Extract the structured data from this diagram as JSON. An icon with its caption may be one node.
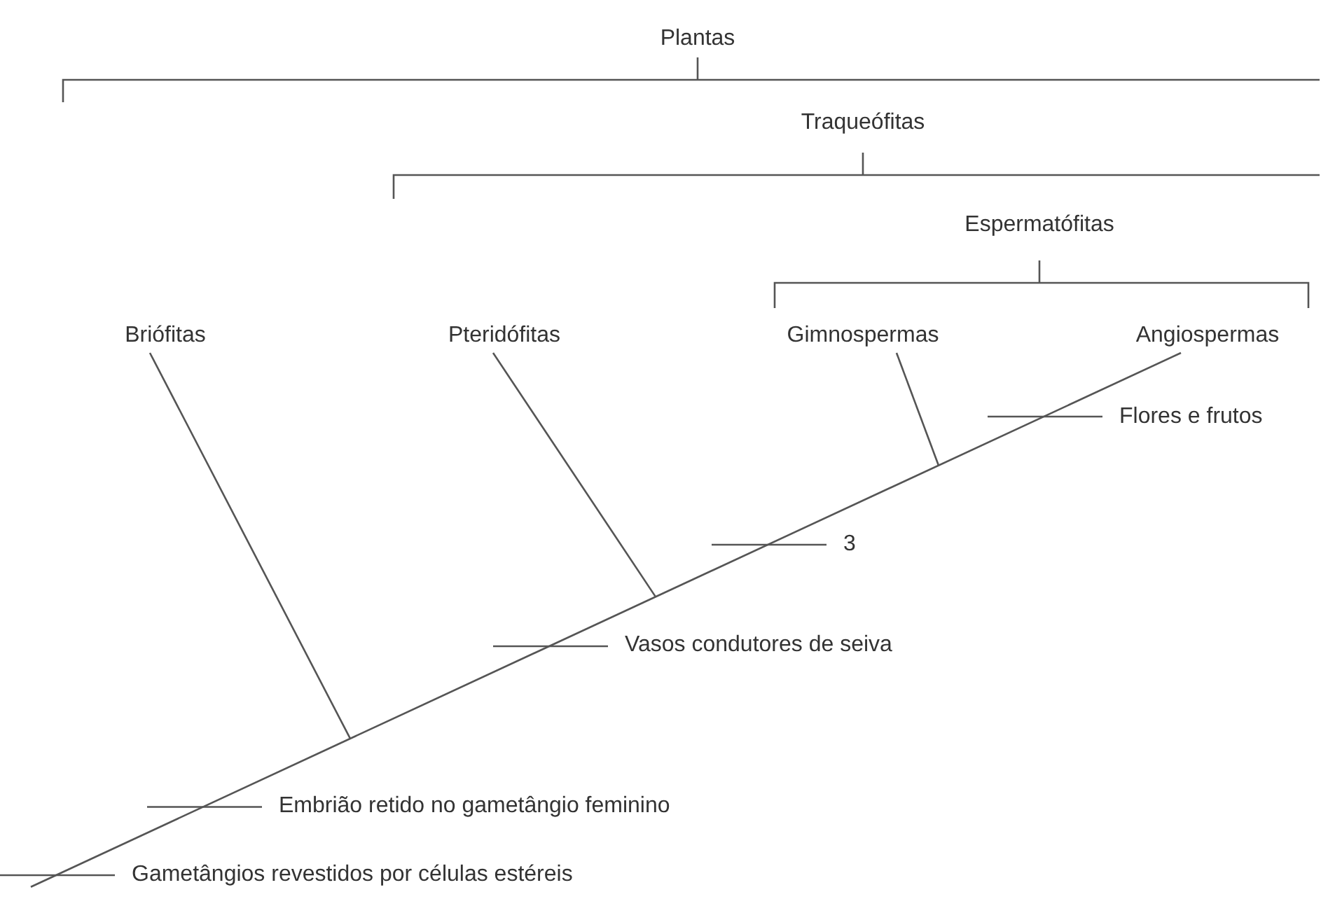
{
  "diagram": {
    "nodes": [
      {
        "text": [
          "Briófitas"
        ]
      },
      {
        "text": [
          "Pteridófitas"
        ]
      },
      {
        "text": [
          "Gimnospermas"
        ]
      },
      {
        "text": [
          "Angiospermas"
        ]
      }
    ],
    "edges": [
      {
        "from": 0,
        "to": null,
        "arrow": "none"
      },
      {
        "from": 1,
        "to": null,
        "arrow": "none"
      },
      {
        "from": 2,
        "to": null,
        "arrow": "none"
      },
      {
        "from": null,
        "to": 3,
        "arrow": "none"
      }
    ],
    "labels": [
      "Plantas",
      "Traqueófitas",
      "Espermatófitas",
      "Flores e frutos",
      "3",
      "Vasos condutores de seiva",
      "Embrião retido no gametângio feminino",
      "Gametângios revestidos por células estéreis"
    ]
  }
}
